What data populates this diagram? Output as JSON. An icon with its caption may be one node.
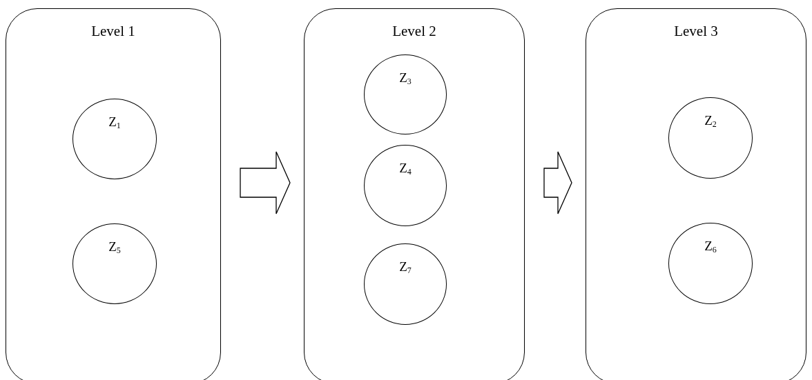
{
  "diagram": {
    "nodes": [
      {
        "text": [
          "Level 1"
        ]
      },
      {
        "text": [
          "Z$_{1}$"
        ],
        "in": 0
      },
      {
        "text": [
          "Z$_{5}$"
        ],
        "in": 0
      },
      {
        "text": [
          "Level 2"
        ]
      },
      {
        "text": [
          "Z$_{3}$"
        ],
        "in": 3
      },
      {
        "text": [
          "Z$_{4}$"
        ],
        "in": 3
      },
      {
        "text": [
          "Z$_{7}$"
        ],
        "in": 3
      },
      {
        "text": [
          "Level 3"
        ]
      },
      {
        "text": [
          "Z$_{2}$"
        ],
        "in": 7
      },
      {
        "text": [
          "Z$_{6}$"
        ],
        "in": 7
      }
    ],
    "edges": [
      {
        "from": 0,
        "to": 3,
        "arrow": "to"
      },
      {
        "from": 3,
        "to": 7,
        "arrow": "to"
      }
    ]
  }
}
